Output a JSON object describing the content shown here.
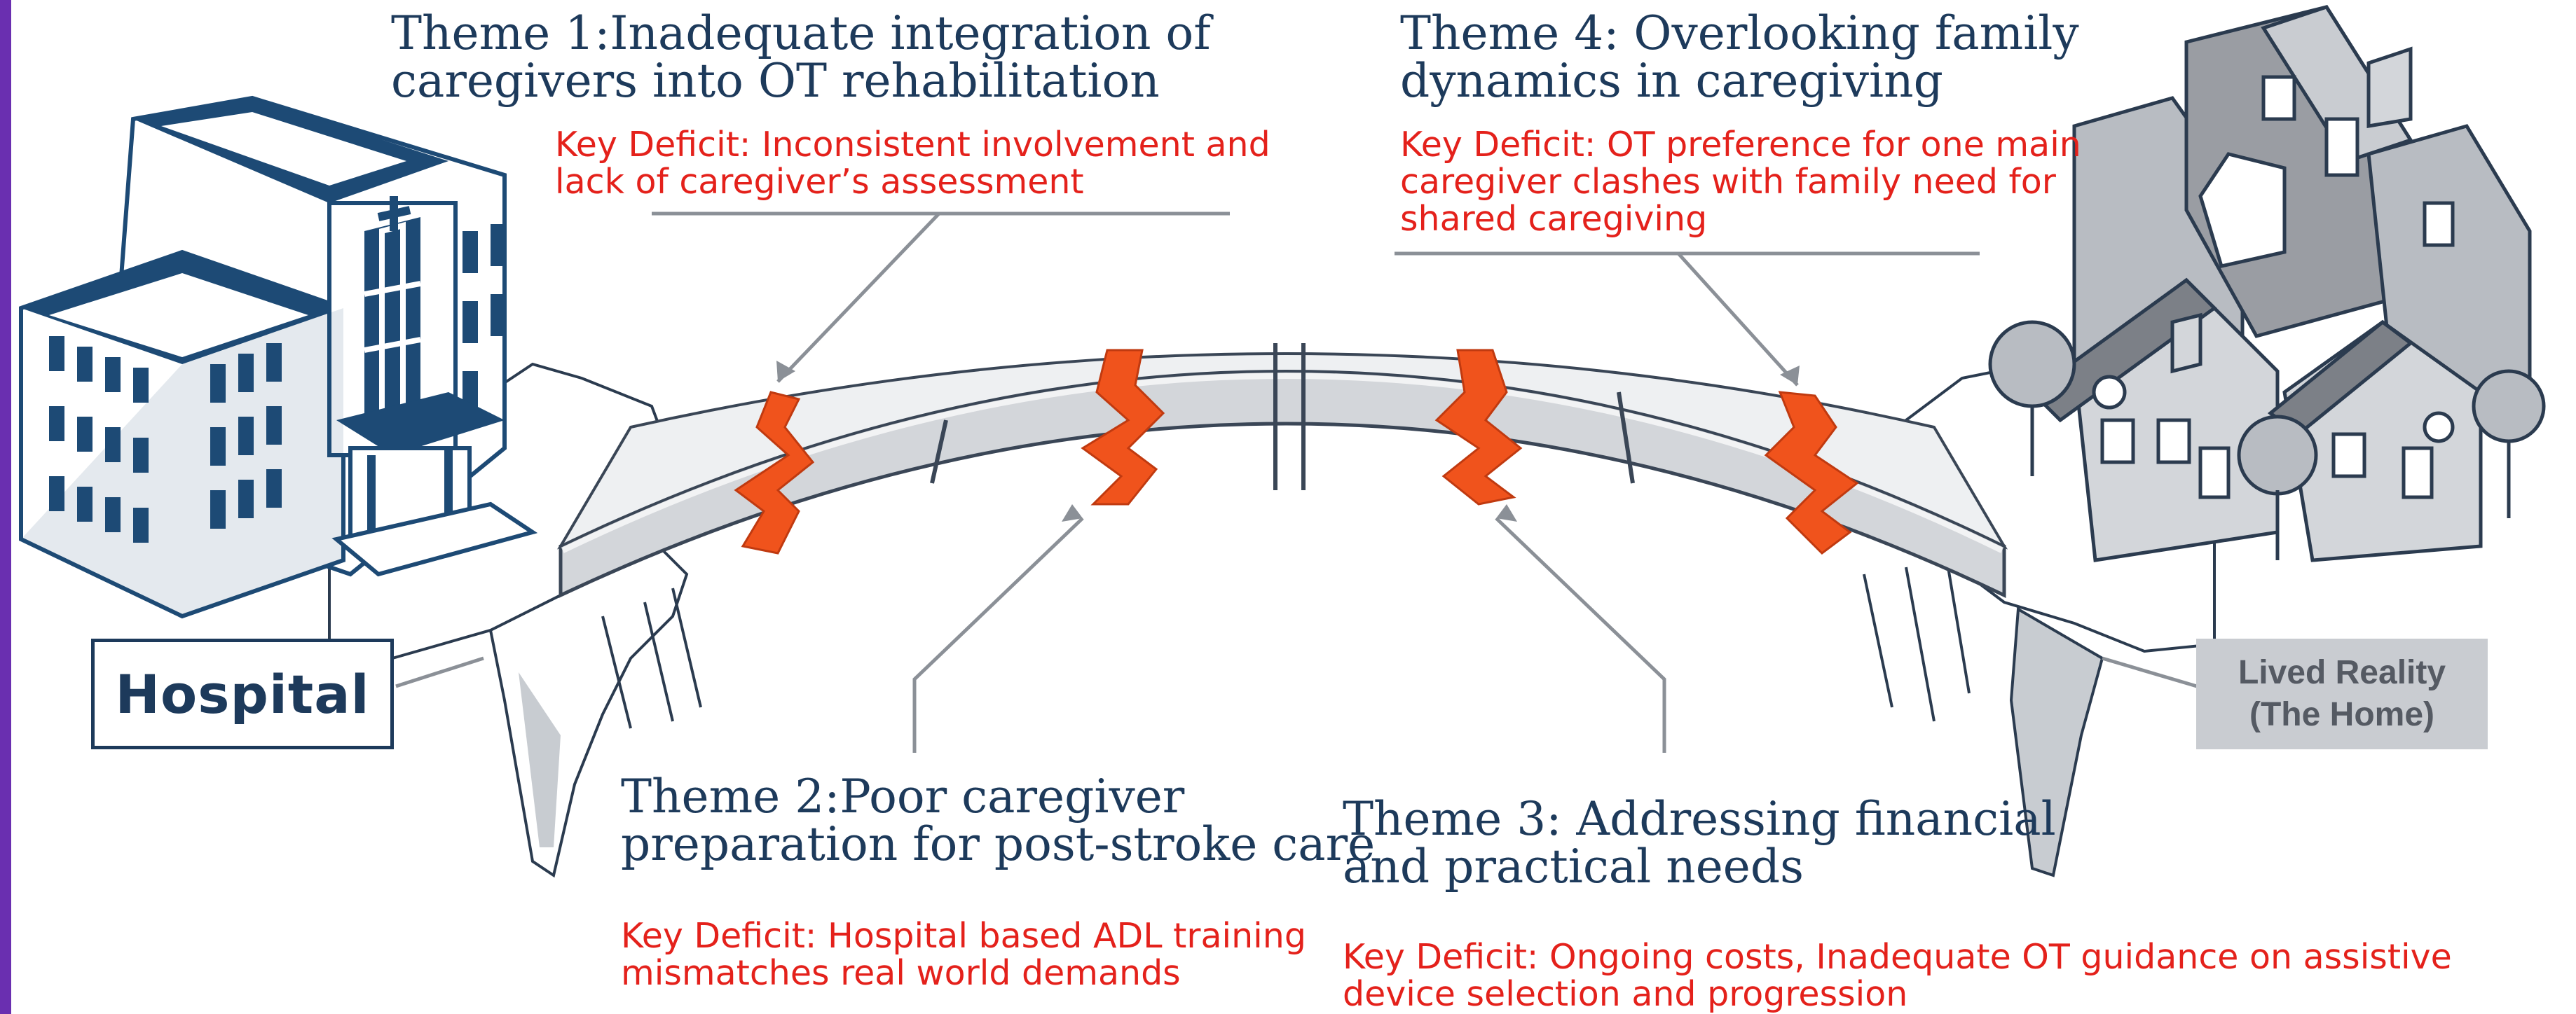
{
  "themes": [
    {
      "title_lines": [
        "Theme 1:Inadequate integration of",
        "caregivers into OT rehabilitation"
      ],
      "deficit_lines": [
        "Key Deficit: Inconsistent involvement and",
        "lack of caregiver’s assessment"
      ]
    },
    {
      "title_lines": [
        "Theme 2:Poor caregiver",
        "preparation for post-stroke care"
      ],
      "deficit_lines": [
        "Key Deficit: Hospital based ADL training",
        "mismatches real world demands"
      ]
    },
    {
      "title_lines": [
        "Theme 3: Addressing financial",
        "and practical needs"
      ],
      "deficit_lines": [
        "Key Deficit: Ongoing costs, Inadequate OT guidance on assistive",
        "device selection and progression"
      ]
    },
    {
      "title_lines": [
        "Theme 4: Overlooking family",
        "dynamics in caregiving"
      ],
      "deficit_lines": [
        "Key Deficit: OT preference for one main",
        "caregiver clashes with family need for",
        "shared caregiving"
      ]
    }
  ],
  "labels": {
    "hospital": "Hospital",
    "home_line1": "Lived Reality",
    "home_line2": "(The Home)"
  },
  "colors": {
    "theme_text": "#1d3a5b",
    "deficit_text": "#e4211b",
    "crack": "#f0531c",
    "bridge": "#d3d6da",
    "hospital": "#1d4a75",
    "home": "#9a9da3"
  }
}
